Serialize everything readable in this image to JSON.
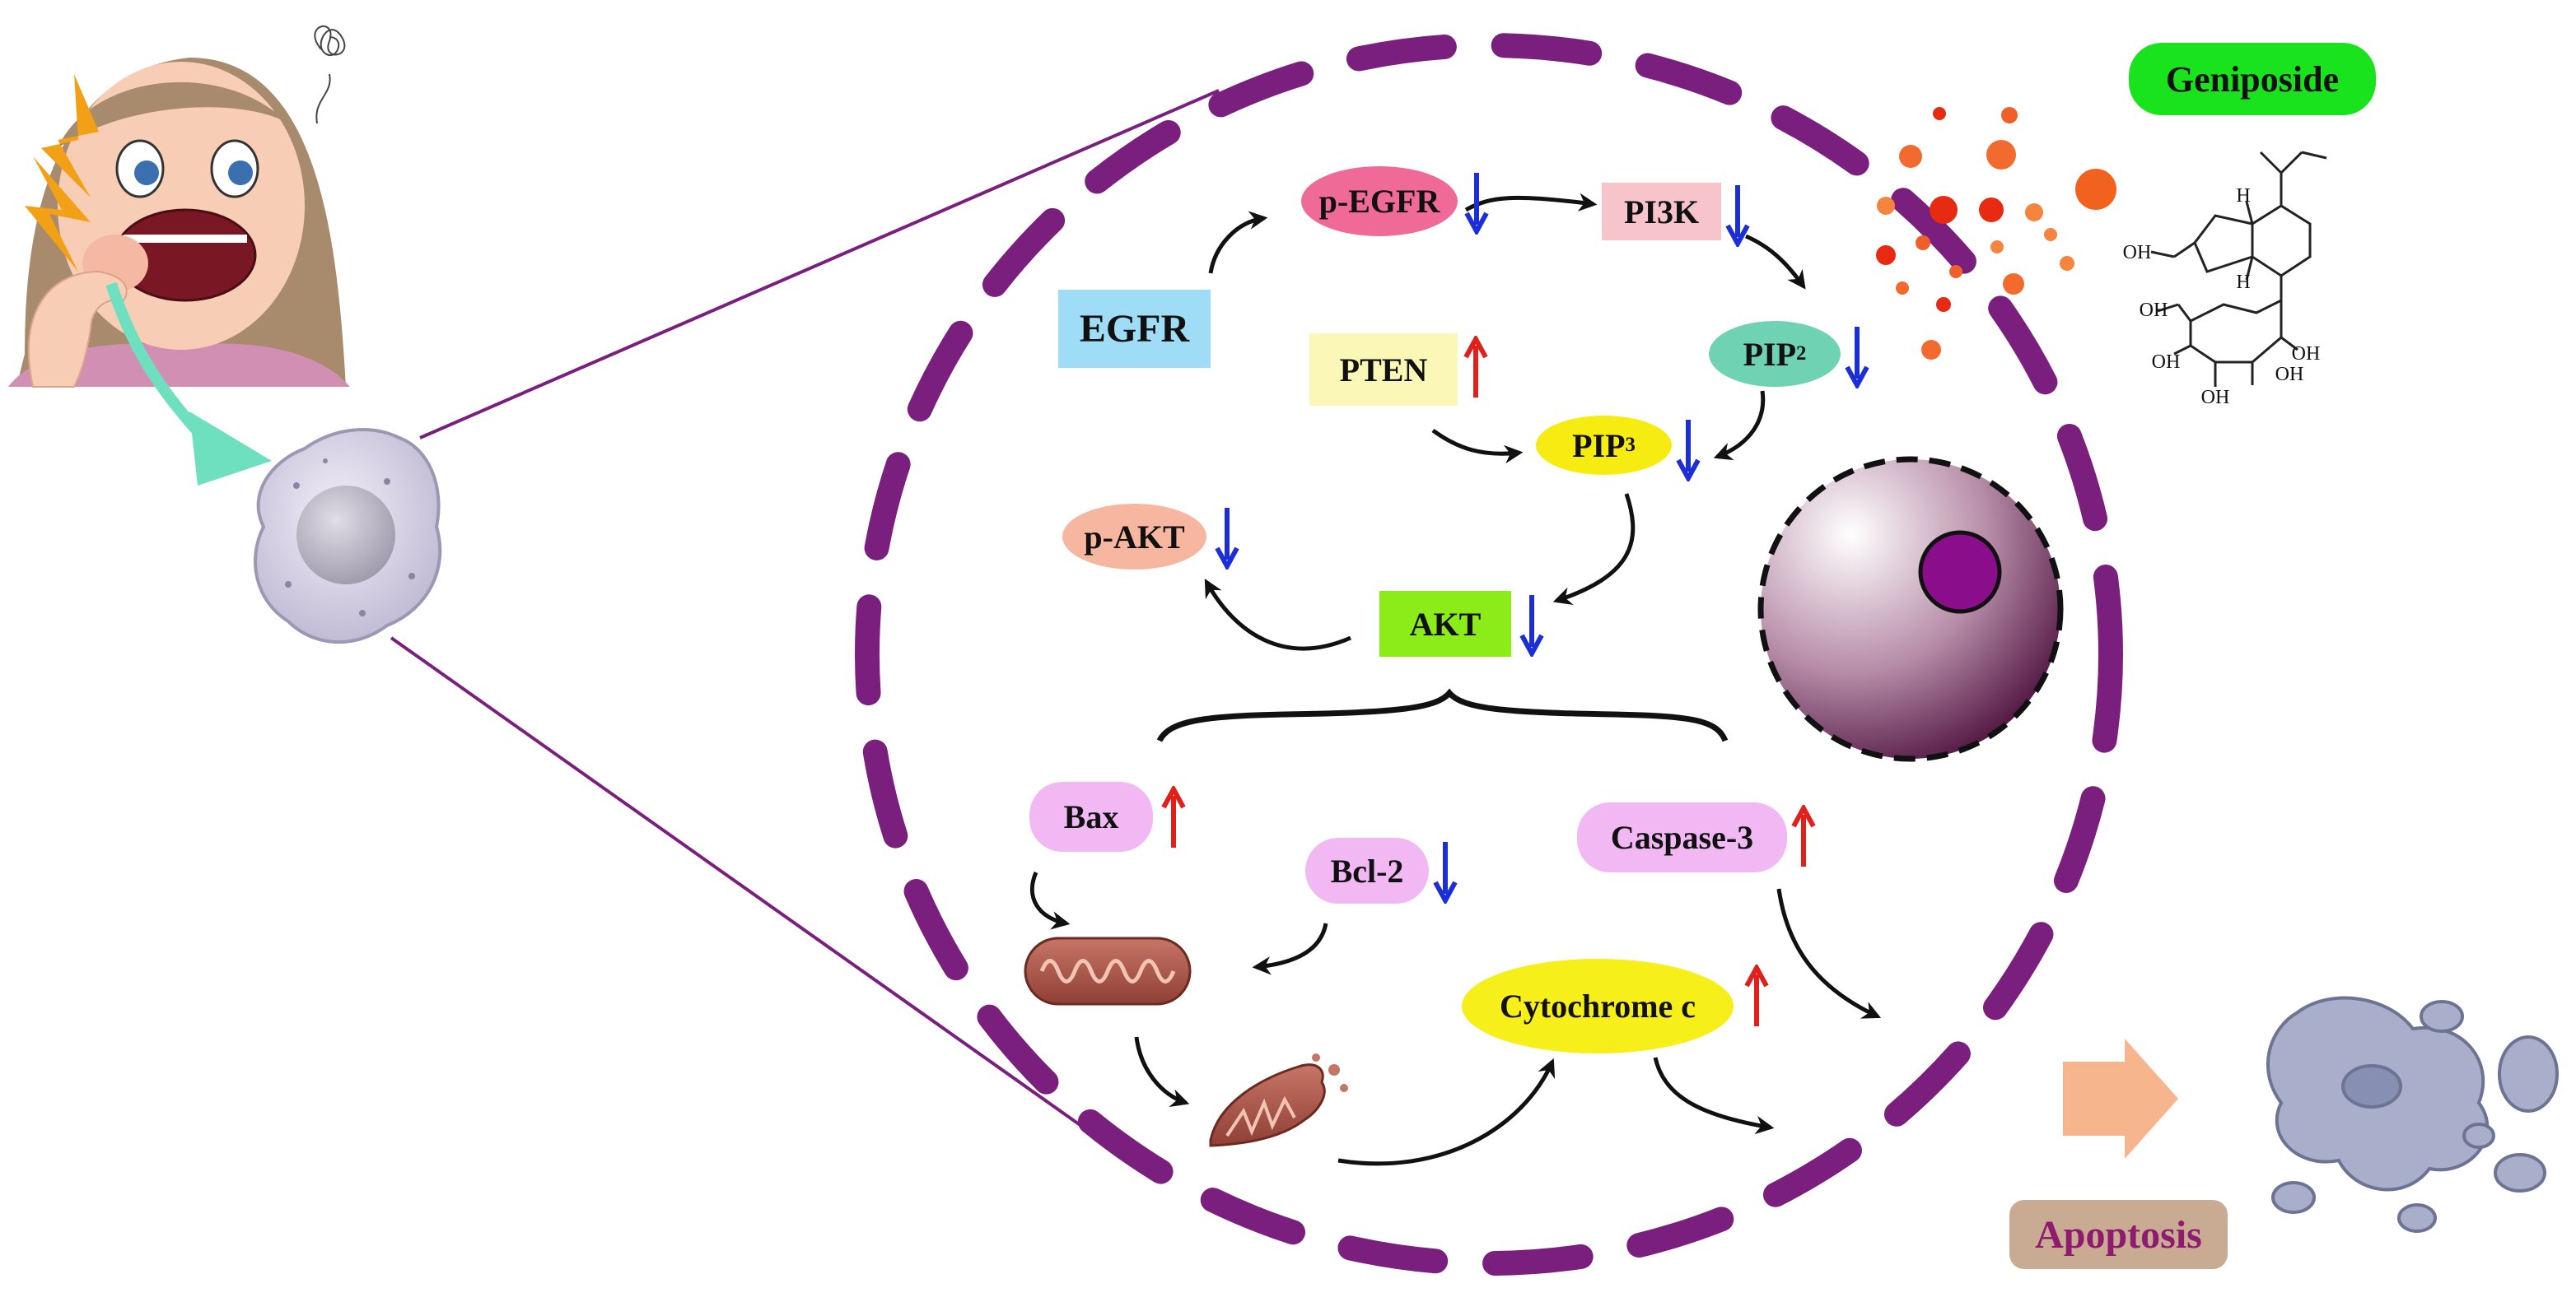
{
  "labels": {
    "p_egfr": "p-EGFR",
    "pi3k": "PI3K",
    "egfr": "EGFR",
    "pten": "PTEN",
    "pip2_base": "PIP",
    "pip2_sub": "2",
    "pip3_base": "PIP",
    "pip3_sub": "3",
    "p_akt": "p-AKT",
    "akt": "AKT",
    "bax": "Bax",
    "bcl2": "Bcl-2",
    "caspase3": "Caspase-3",
    "cytochrome_c": "Cytochrome c",
    "geniposide": "Geniposide",
    "apoptosis": "Apoptosis"
  },
  "chem": {
    "oh": "OH",
    "h": "H"
  },
  "regulation": {
    "p_egfr": "down",
    "pi3k": "down",
    "pten": "up",
    "pip2": "down",
    "pip3": "down",
    "p_akt": "down",
    "akt": "down",
    "bax": "up",
    "bcl2": "down",
    "caspase3": "up",
    "cytochrome_c": "up"
  },
  "colors": {
    "membrane": "#7a1f7e",
    "up_arrow": "#e0201b",
    "down_arrow": "#1c2fd6",
    "p_egfr": "#f06a98",
    "pi3k": "#f7c4cc",
    "egfr": "#9fdcf5",
    "pten": "#fbf7b6",
    "pip2": "#6fd3b3",
    "pip3": "#f6ec12",
    "p_akt": "#f7b6a0",
    "akt": "#8bec19",
    "pink_pill": "#f1b8f4",
    "cytochrome_c": "#f6ef1a",
    "geniposide": "#18e31c",
    "apoptosis_bg": "#c8ab92",
    "apoptosis_text": "#8f1b6f"
  }
}
